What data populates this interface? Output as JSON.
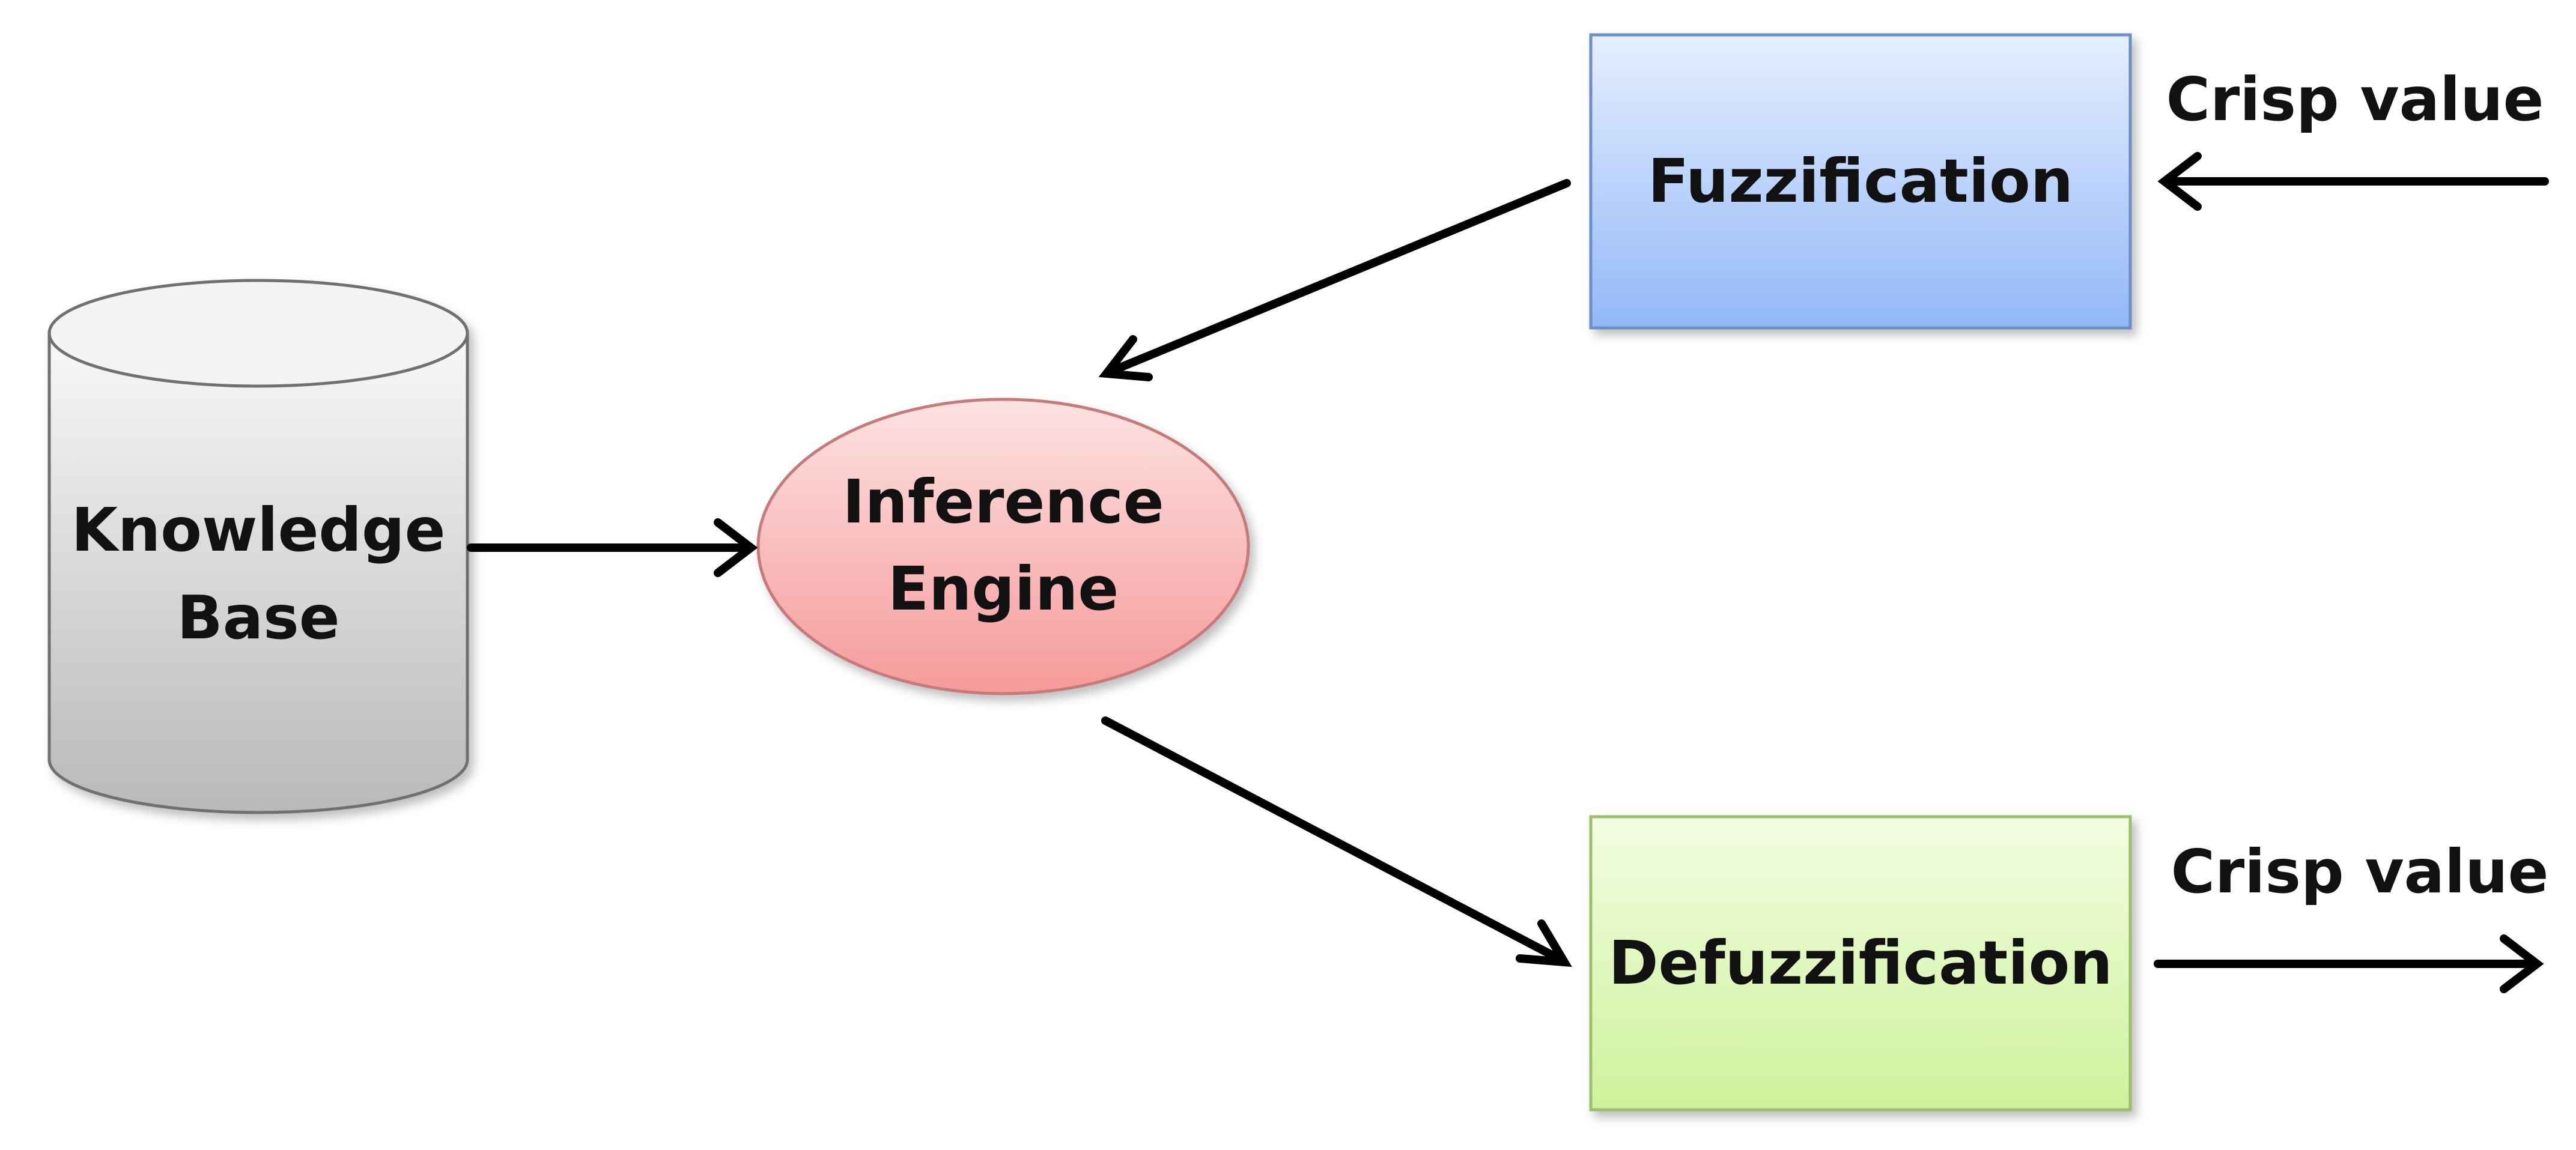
{
  "nodes": {
    "knowledge_base": {
      "line1": "Knowledge",
      "line2": "Base"
    },
    "inference_engine": {
      "line1": "Inference",
      "line2": "Engine"
    },
    "fuzzification": {
      "label": "Fuzzification"
    },
    "defuzzification": {
      "label": "Defuzzification"
    }
  },
  "io": {
    "input_label": "Crisp value",
    "output_label": "Crisp value"
  },
  "edges": [
    {
      "from": "knowledge_base",
      "to": "inference_engine"
    },
    {
      "from": "fuzzification",
      "to": "inference_engine"
    },
    {
      "from": "inference_engine",
      "to": "defuzzification"
    },
    {
      "from": "input_label",
      "to": "fuzzification"
    },
    {
      "from": "defuzzification",
      "to": "output_label"
    }
  ],
  "colors": {
    "cylinder_light": "#f8f8f8",
    "cylinder_dark": "#b9b9b9",
    "ellipse_light": "#fde2e2",
    "ellipse_dark": "#f59a9a",
    "fuzz_light": "#e5efff",
    "fuzz_dark": "#93b8f7",
    "defuzz_light": "#f3fde2",
    "defuzz_dark": "#cdf29b",
    "arrow": "#000000"
  }
}
